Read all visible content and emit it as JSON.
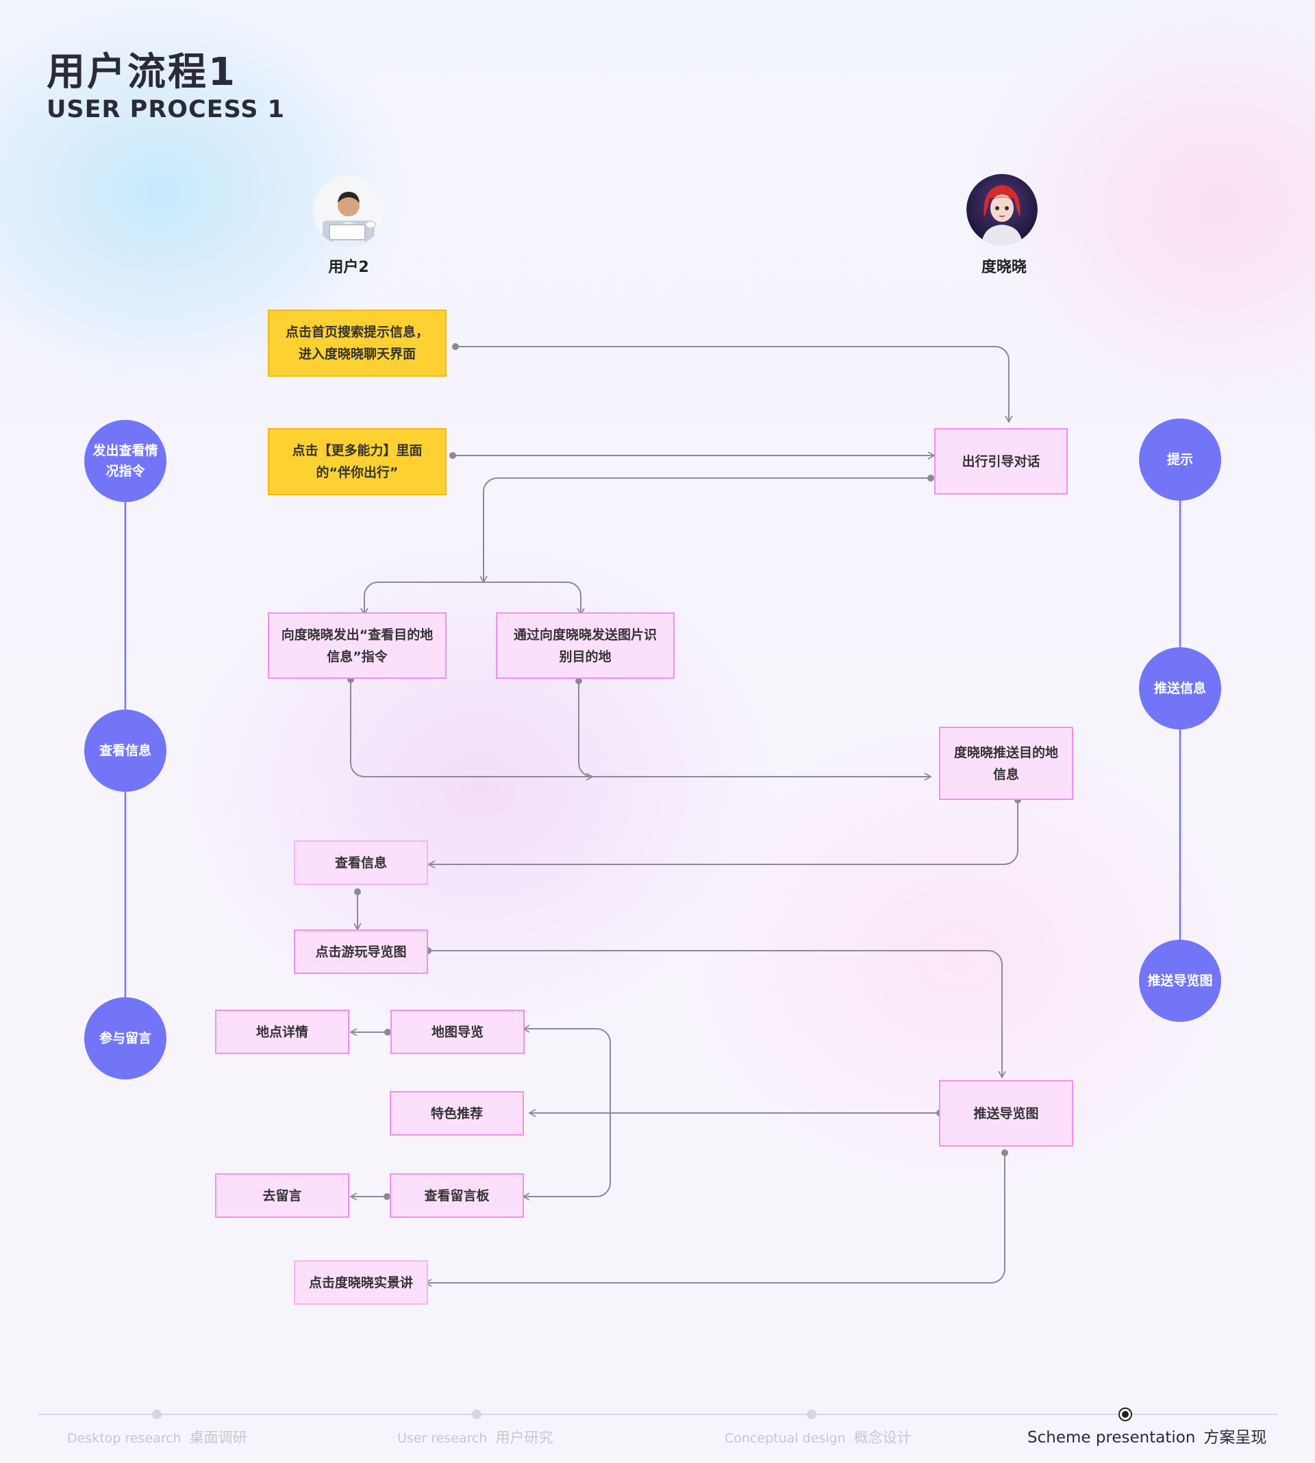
{
  "header": {
    "title": "用户流程1",
    "subtitle": "USER PROCESS 1"
  },
  "actors": {
    "user": {
      "name": "用户2",
      "icon": "man-with-laptop-avatar"
    },
    "assistant": {
      "name": "度晓晓",
      "icon": "red-hair-virtual-girl-avatar"
    }
  },
  "left_stages": [
    "发出查看情况指令",
    "查看信息",
    "参与留言"
  ],
  "right_stages": [
    "提示",
    "推送信息",
    "推送导览图"
  ],
  "nodes": {
    "search_tip": "点击首页搜索提示信息，进入度晓晓聊天界面",
    "more_abilities": "点击【更多能力】里面的“伴你出行”",
    "travel_dialog": "出行引导对话",
    "send_command": "向度晓晓发出“查看目的地信息”指令",
    "send_image": "通过向度晓晓发送图片识别目的地",
    "push_destination": "度晓晓推送目的地信息",
    "view_info": "查看信息",
    "click_guide_map": "点击游玩导览图",
    "push_guide_map": "推送导览图",
    "map_guide": "地图导览",
    "place_detail": "地点详情",
    "featured": "特色推荐",
    "message_board": "查看留言板",
    "leave_message": "去留言",
    "live_tour": "点击度晓晓实景讲"
  },
  "footer_nav": [
    {
      "en": "Desktop research",
      "zh": "桌面调研"
    },
    {
      "en": "User research",
      "zh": "用户研究"
    },
    {
      "en": "Conceptual design",
      "zh": "概念设计"
    },
    {
      "en": "Scheme presentation",
      "zh": "方案呈现"
    }
  ],
  "footer_active": "Scheme presentation",
  "colors": {
    "stage_circle": "#7375f9",
    "user_action": "#fdd132",
    "flow_step": "#fce0fb",
    "flow_step_border": "#f18ff0",
    "connector": "#8a8a96"
  }
}
